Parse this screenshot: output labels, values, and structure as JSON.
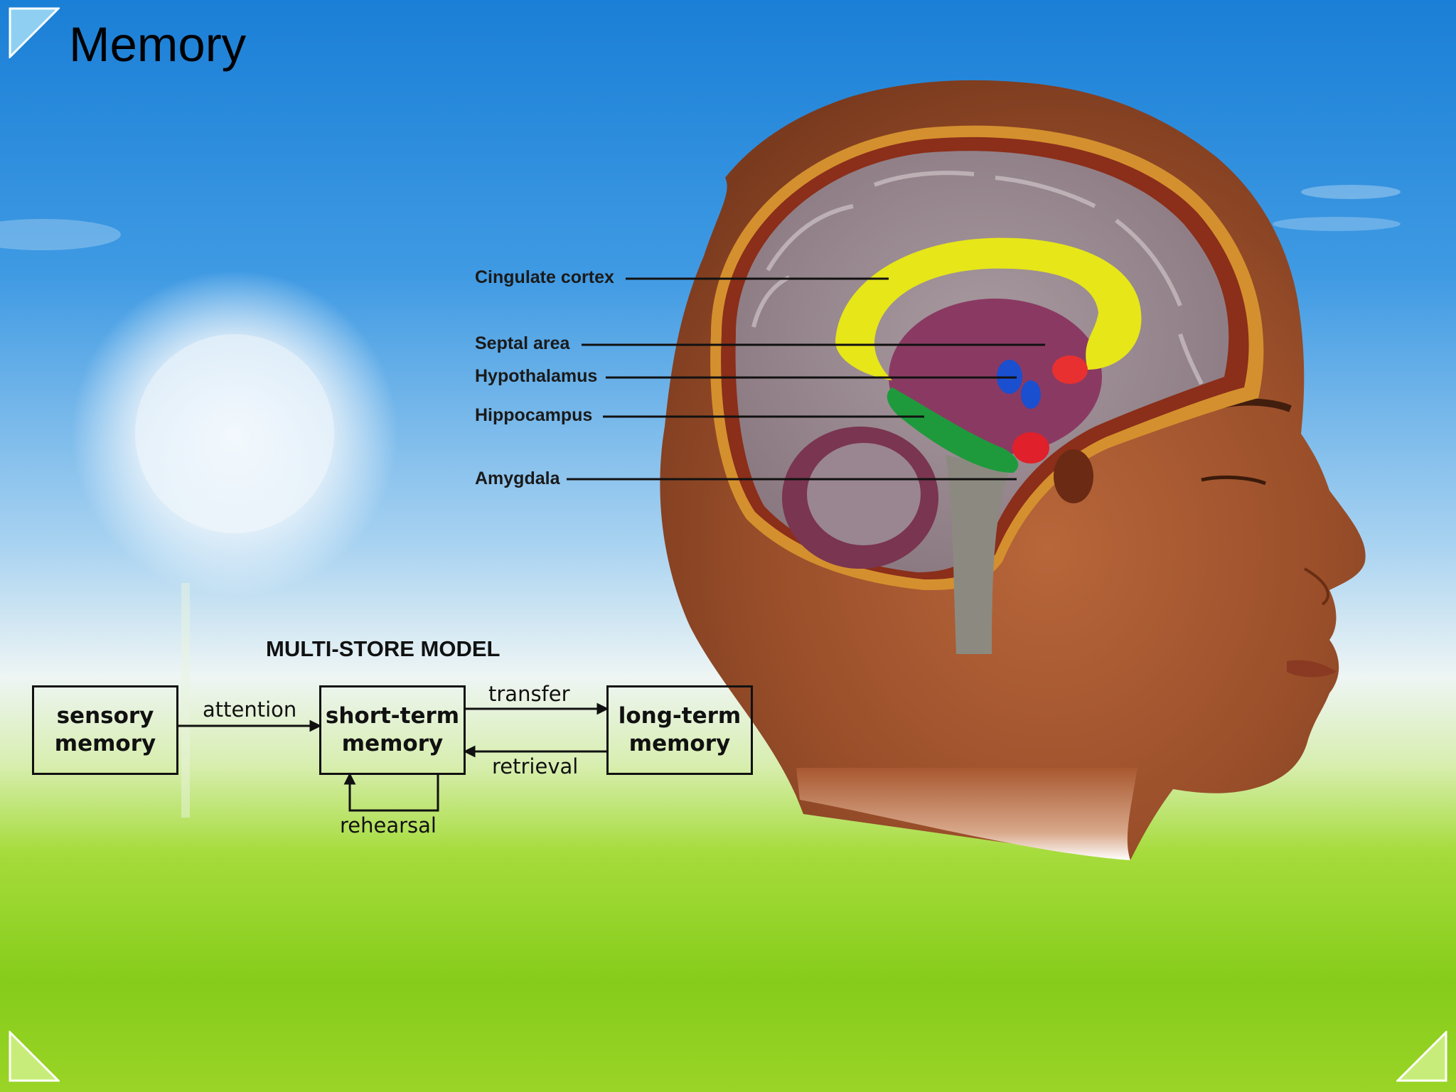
{
  "slide": {
    "title": "Memory"
  },
  "brain_diagram": {
    "labels": [
      "Cingulate cortex",
      "Septal area",
      "Hypothalamus",
      "Hippocampus",
      "Amygdala"
    ],
    "colors": {
      "cingulate_cortex": "#e6e619",
      "hippocampus": "#1e9a3c",
      "amygdala": "#e0202a",
      "septal_area": "#e83030",
      "hypothalamus": "#1a4fd0"
    }
  },
  "multi_store_model": {
    "title": "MULTI-STORE MODEL",
    "boxes": {
      "sensory": "sensory\nmemory",
      "short_term": "short-term\nmemory",
      "long_term": "long-term\nmemory"
    },
    "edges": {
      "attention": "attention",
      "transfer": "transfer",
      "retrieval": "retrieval",
      "rehearsal": "rehearsal"
    }
  },
  "nav": {
    "corner_top_left": "triangle-icon",
    "corner_bottom_left": "triangle-icon",
    "corner_bottom_right": "triangle-icon"
  }
}
